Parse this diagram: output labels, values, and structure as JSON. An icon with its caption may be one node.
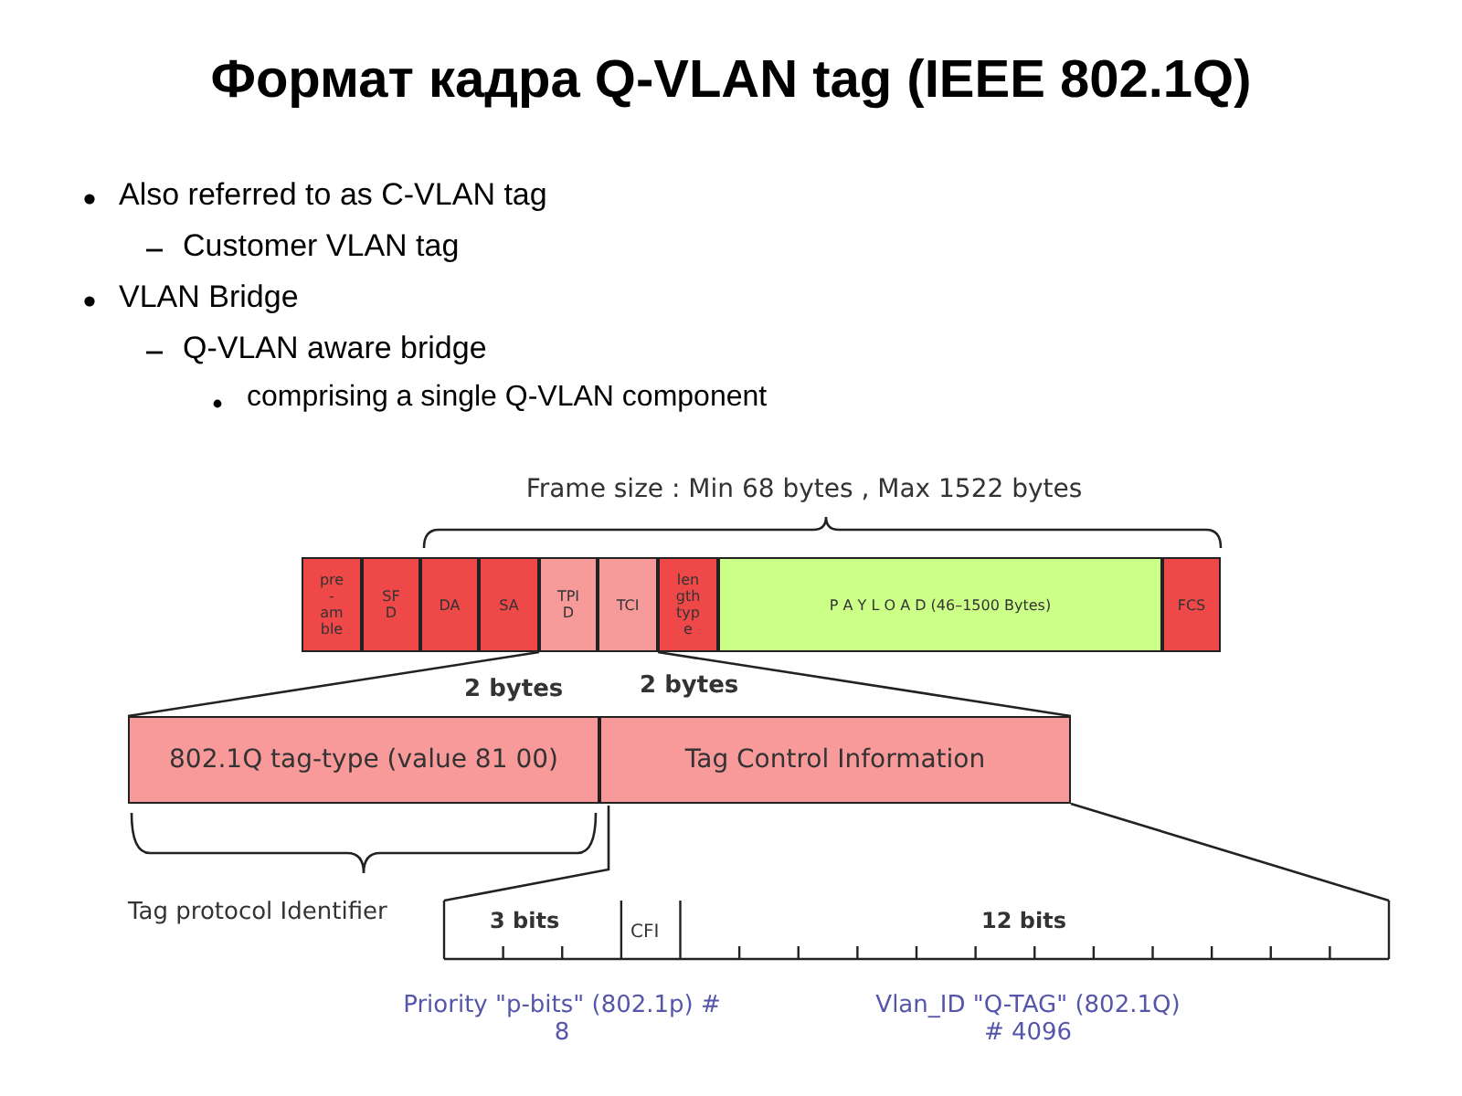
{
  "diagram": {
    "title": "Формат кадра Q-VLAN tag (IEEE 802.1Q)",
    "nodes": [
      {
        "text": [
          "pre - am ble"
        ]
      },
      {
        "text": [
          "SF D"
        ]
      },
      {
        "text": [
          "DA"
        ]
      },
      {
        "text": [
          "SA"
        ]
      },
      {
        "text": [
          "TPI D"
        ]
      },
      {
        "text": [
          "TCI"
        ]
      },
      {
        "text": [
          "len gth typ e"
        ]
      },
      {
        "text": [
          "P A Y L O A D (46–1500 Bytes)"
        ]
      },
      {
        "text": [
          "FCS"
        ]
      },
      {
        "text": [
          "802.1Q tag-type (value 81 00)"
        ]
      },
      {
        "text": [
          "Tag Control Information"
        ]
      },
      {
        "text": [],
        "shape": "bar"
      }
    ],
    "edges": [
      {
        "from": 4,
        "to": 9,
        "arrow": "none"
      },
      {
        "from": 5,
        "to": 10,
        "arrow": "none"
      },
      {
        "from": 10,
        "to": 11,
        "arrow": "none"
      },
      {
        "from": 10,
        "to": 11,
        "arrow": "none"
      }
    ],
    "labels": [
      "Also referred to as C-VLAN tag",
      "Customer VLAN tag",
      "VLAN Bridge",
      "Q-VLAN aware bridge",
      "comprising a single Q-VLAN component",
      "Frame size : Min 68 bytes , Max 1522 bytes",
      "2 bytes",
      "2 bytes",
      "Tag protocol Identifier",
      "3 bits",
      "CFI",
      "12 bits",
      "Priority \"p-bits\" (802.1p) # 8",
      "Vlan_ID \"Q-TAG\" (802.1Q) # 4096"
    ]
  }
}
